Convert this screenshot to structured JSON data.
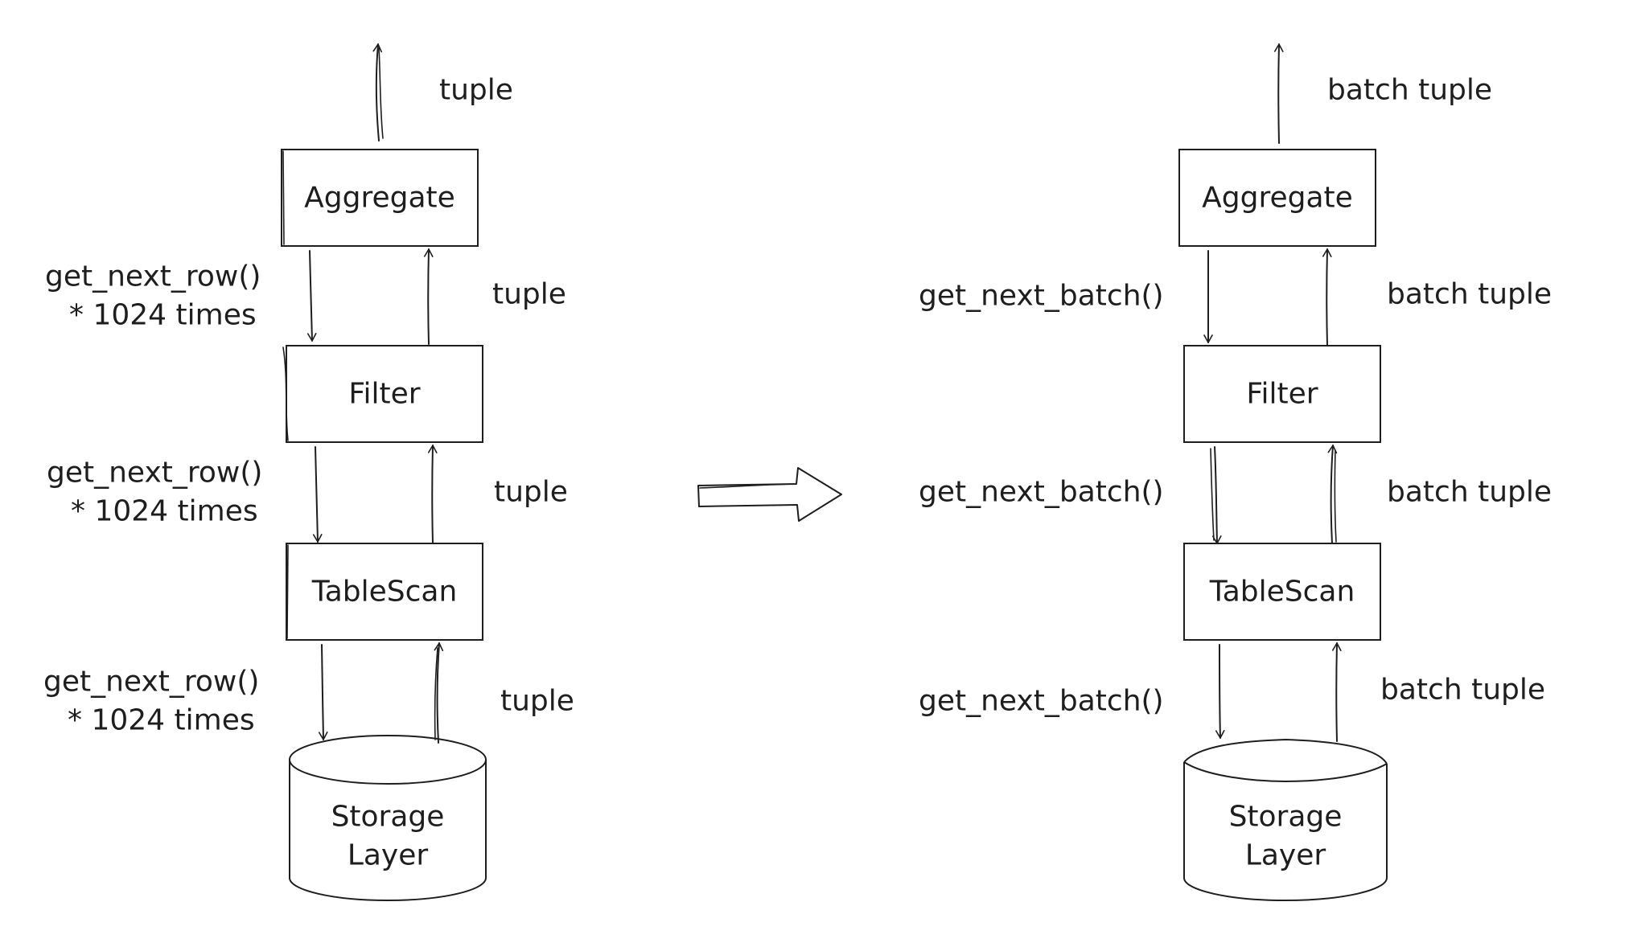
{
  "left": {
    "boxes": {
      "aggregate": "Aggregate",
      "filter": "Filter",
      "tablescan": "TableScan",
      "storage_line1": "Storage",
      "storage_line2": "Layer"
    },
    "top_output": "tuple",
    "calls": {
      "aggregate_to_filter": {
        "line1": "get_next_row()",
        "line2": "* 1024 times"
      },
      "filter_to_tablescan": {
        "line1": "get_next_row()",
        "line2": "* 1024 times"
      },
      "tablescan_to_storage": {
        "line1": "get_next_row()",
        "line2": "* 1024 times"
      }
    },
    "returns": {
      "filter_to_aggregate": "tuple",
      "tablescan_to_filter": "tuple",
      "storage_to_tablescan": "tuple"
    }
  },
  "right": {
    "boxes": {
      "aggregate": "Aggregate",
      "filter": "Filter",
      "tablescan": "TableScan",
      "storage_line1": "Storage",
      "storage_line2": "Layer"
    },
    "top_output": "batch tuple",
    "calls": {
      "aggregate_to_filter": "get_next_batch()",
      "filter_to_tablescan": "get_next_batch()",
      "tablescan_to_storage": "get_next_batch()"
    },
    "returns": {
      "filter_to_aggregate": "batch tuple",
      "tablescan_to_filter": "batch tuple",
      "storage_to_tablescan": "batch tuple"
    }
  }
}
